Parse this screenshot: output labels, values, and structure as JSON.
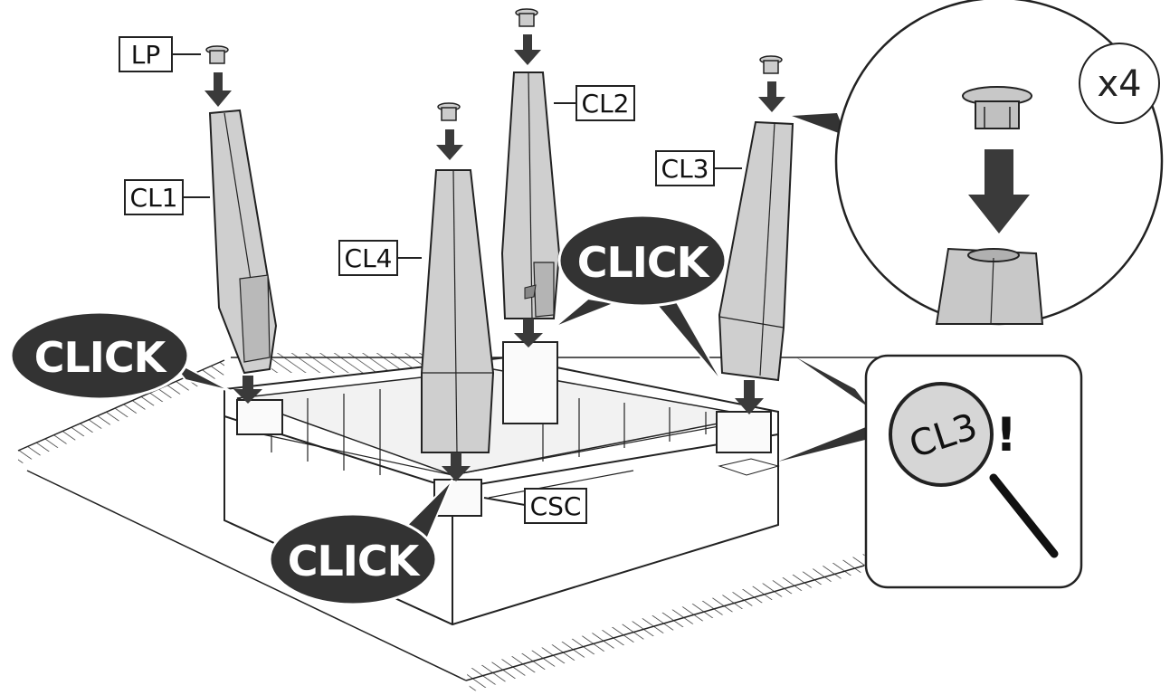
{
  "parts": {
    "lp": "LP",
    "cl1": "CL1",
    "cl2": "CL2",
    "cl3": "CL3",
    "cl4": "CL4",
    "csc": "CSC"
  },
  "callouts": {
    "click_left": "CLICK",
    "click_center": "CLICK",
    "click_bottom": "CLICK"
  },
  "detail": {
    "quantity": "x4"
  },
  "magnifier": {
    "label": "CL3",
    "mark": "!"
  },
  "colors": {
    "leg_fill": "#cfcfcf",
    "leg_shade": "#b4b4b4",
    "arrow": "#3a3a3a",
    "bubble": "#333333",
    "base": "#ffffff"
  }
}
